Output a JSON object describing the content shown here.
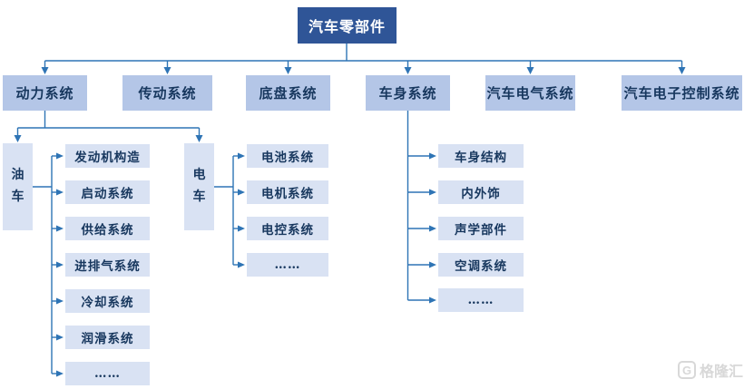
{
  "diagram_title": "汽车零部件",
  "colors": {
    "node_dark": "#2F5597",
    "node_mid": "#B4C6E7",
    "node_light": "#D9E2F3",
    "line": "#2E74B5",
    "text_dark": "#17375E",
    "title_text": "#FFFFFF",
    "watermark": "#D8D8D8"
  },
  "level2": [
    {
      "label": "动力系统"
    },
    {
      "label": "传动系统"
    },
    {
      "label": "底盘系统"
    },
    {
      "label": "车身系统"
    },
    {
      "label": "汽车电气系统"
    },
    {
      "label": "汽车电子控制系统"
    }
  ],
  "power_branch": {
    "fuel": {
      "label": "油车",
      "items": [
        "发动机构造",
        "启动系统",
        "供给系统",
        "进排气系统",
        "冷却系统",
        "润滑系统",
        "……"
      ]
    },
    "electric": {
      "label": "电车",
      "items": [
        "电池系统",
        "电机系统",
        "电控系统",
        "……"
      ]
    }
  },
  "body_branch": {
    "items": [
      "车身结构",
      "内外饰",
      "声学部件",
      "空调系统",
      "……"
    ]
  },
  "watermark": {
    "icon": "G",
    "text": "格隆汇"
  }
}
